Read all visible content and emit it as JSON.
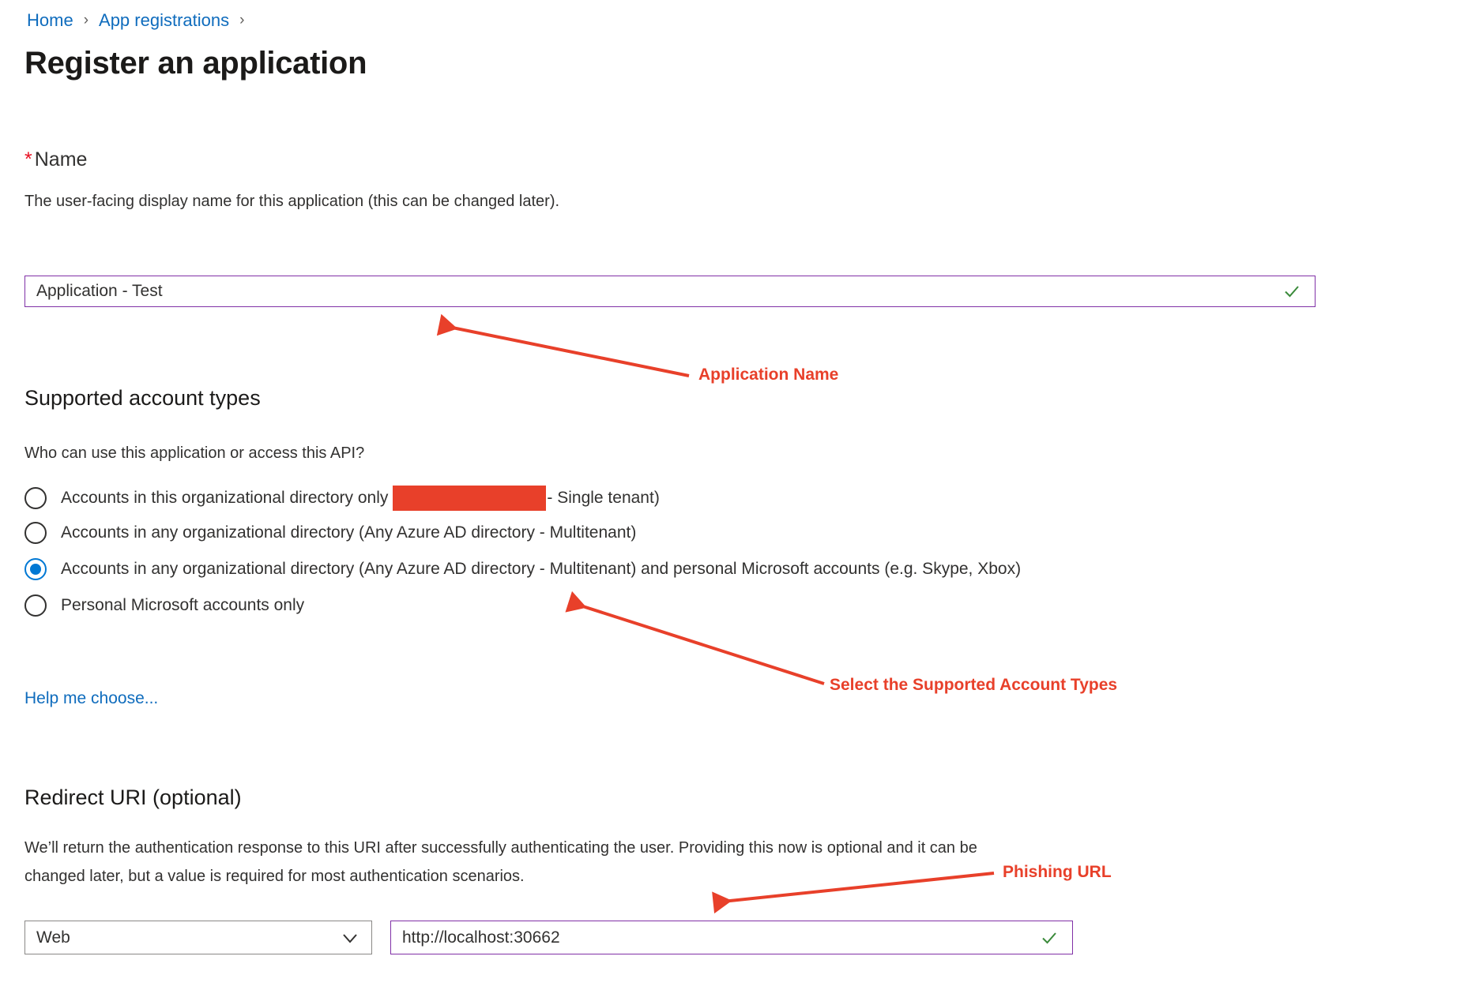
{
  "breadcrumb": {
    "items": [
      {
        "label": "Home"
      },
      {
        "label": "App registrations"
      }
    ],
    "separator": "›"
  },
  "page": {
    "title": "Register an application"
  },
  "name_section": {
    "required_marker": "*",
    "label": "Name",
    "description": "The user-facing display name for this application (this can be changed later).",
    "input": {
      "value": "Application - Test",
      "placeholder": "",
      "valid_icon": "check-icon",
      "border_color": "#8031a7"
    }
  },
  "account_types_section": {
    "heading": "Supported account types",
    "question": "Who can use this application or access this API?",
    "options": [
      {
        "label_before": "Accounts in this organizational directory only",
        "redacted": true,
        "label_after": "- Single tenant)",
        "selected": false
      },
      {
        "label_before": "Accounts in any organizational directory (Any Azure AD directory - Multitenant)",
        "redacted": false,
        "label_after": "",
        "selected": false
      },
      {
        "label_before": "Accounts in any organizational directory (Any Azure AD directory - Multitenant) and personal Microsoft accounts (e.g. Skype, Xbox)",
        "redacted": false,
        "label_after": "",
        "selected": true
      },
      {
        "label_before": "Personal Microsoft accounts only",
        "redacted": false,
        "label_after": "",
        "selected": false
      }
    ],
    "help_link": "Help me choose..."
  },
  "redirect_uri_section": {
    "heading": "Redirect URI (optional)",
    "description_line1": "We’ll return the authentication response to this URI after successfully authenticating the user. Providing this now is optional and it can be",
    "description_line2": "changed later, but a value is required for most authentication scenarios.",
    "platform_select": {
      "value": "Web",
      "icon": "chevron-down-icon"
    },
    "uri_input": {
      "value": "http://localhost:30662",
      "placeholder": "",
      "valid_icon": "check-icon",
      "border_color": "#8031a7"
    }
  },
  "annotations": {
    "color": "#e8402a",
    "items": [
      {
        "text": "Application Name"
      },
      {
        "text": "Select the Supported Account Types"
      },
      {
        "text": "Phishing URL"
      }
    ]
  },
  "colors": {
    "link": "#0f6cbd",
    "accent_purple": "#8031a7",
    "radio_selected": "#0078d4",
    "valid_green": "#3a8a3a",
    "annotation_red": "#e8402a",
    "required_red": "#e81123"
  }
}
